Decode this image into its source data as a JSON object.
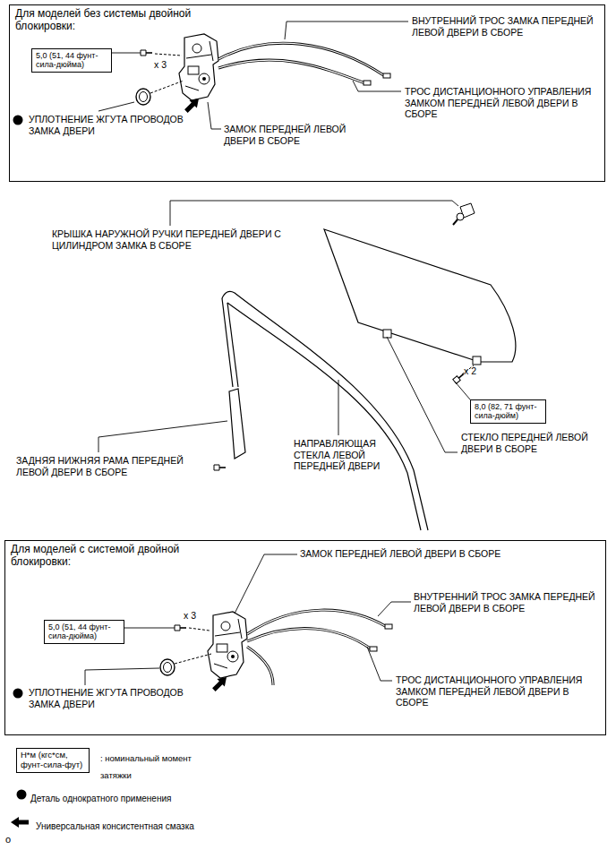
{
  "diagram": {
    "nodes": [
      {
        "text": [
          "Для моделей без системы двойной блокировки:"
        ]
      },
      {
        "text": [
          "5,0 (51, 44 фунт-сила-дюйма)"
        ],
        "in": 0
      },
      {
        "text": [
          "8,0 (82, 71 фунт-сила-дюйм)"
        ]
      },
      {
        "text": [
          "Для моделей с системой двойной блокировки:"
        ]
      },
      {
        "text": [
          "5,0 (51, 44 фунт-сила-дюйма)"
        ],
        "in": 3
      },
      {
        "text": [
          "Н*м (кгс*см, фунт-сила-фут)"
        ]
      }
    ],
    "labels": [
      "ВНУТРЕННИЙ ТРОС ЗАМКА ПЕРЕДНЕЙ ЛЕВОЙ ДВЕРИ В СБОРЕ",
      "x 3",
      "ТРОС ДИСТАНЦИОННОГО УПРАВЛЕНИЯ ЗАМКОМ ПЕРЕДНЕЙ ЛЕВОЙ ДВЕРИ В СБОРЕ",
      "УПЛОТНЕНИЕ ЖГУТА ПРОВОДОВ ЗАМКА ДВЕРИ",
      "ЗАМОК ПЕРЕДНЕЙ ЛЕВОЙ ДВЕРИ В СБОРЕ",
      "КРЫШКА НАРУЖНОЙ РУЧКИ ПЕРЕДНЕЙ ДВЕРИ С ЦИЛИНДРОМ ЗАМКА В СБОРЕ",
      "x 2",
      "ЗАДНЯЯ НИЖНЯЯ РАМА ПЕРЕДНЕЙ ЛЕВОЙ ДВЕРИ В СБОРЕ",
      "НАПРАВЛЯЮЩАЯ СТЕКЛА ЛЕВОЙ ПЕРЕДНЕЙ ДВЕРИ",
      "СТЕКЛО ПЕРЕДНЕЙ ЛЕВОЙ ДВЕРИ В СБОРЕ",
      "ЗАМОК ПЕРЕДНЕЙ ЛЕВОЙ ДВЕРИ В СБОРЕ",
      "x 3",
      "ВНУТРЕННИЙ ТРОС ЗАМКА ПЕРЕДНЕЙ ЛЕВОЙ ДВЕРИ В СБОРЕ",
      "УПЛОТНЕНИЕ ЖГУТА ПРОВОДОВ ЗАМКА ДВЕРИ",
      "ТРОС ДИСТАНЦИОННОГО УПРАВЛЕНИЯ ЗАМКОМ ПЕРЕДНЕЙ ЛЕВОЙ ДВЕРИ В СБОРЕ",
      "o"
    ],
    "legend": [
      {
        "text": ": номинальный момент затяжки"
      },
      {
        "text": "Деталь однократного применения"
      },
      {
        "text": "Универсальная консистентная смазка"
      }
    ]
  }
}
